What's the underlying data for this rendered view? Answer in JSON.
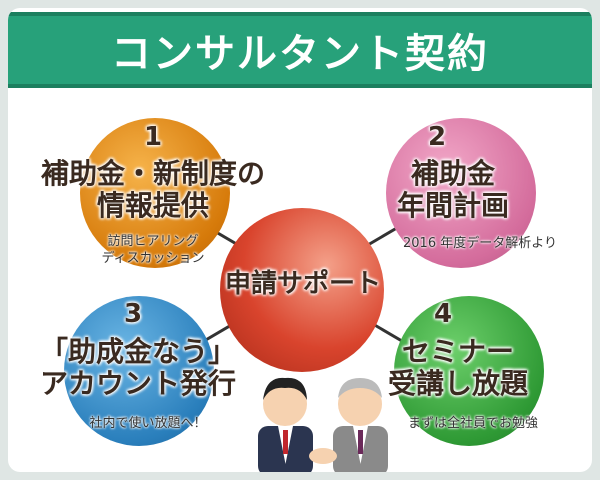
{
  "title": "コンサルタント契約",
  "center": "申請サポート",
  "items": [
    {
      "num": "1",
      "title_lines": [
        "補助金・新制度の",
        "情報提供"
      ],
      "sub_lines": [
        "訪問ヒアリング",
        "ディスカッション"
      ],
      "color": "#e28a1c"
    },
    {
      "num": "2",
      "title_lines": [
        "補助金",
        "年間計画"
      ],
      "sub_lines": [
        "2016 年度データ解析より"
      ],
      "color": "#d777a3"
    },
    {
      "num": "3",
      "title_lines": [
        "「助成金なう」",
        "アカウント発行"
      ],
      "sub_lines": [
        "社内で使い放題へ！"
      ],
      "color": "#2e86c1"
    },
    {
      "num": "4",
      "title_lines": [
        "セミナー",
        "受講し放題"
      ],
      "sub_lines": [
        "まずは全社員でお勉強"
      ],
      "color": "#2e9a3c"
    }
  ]
}
